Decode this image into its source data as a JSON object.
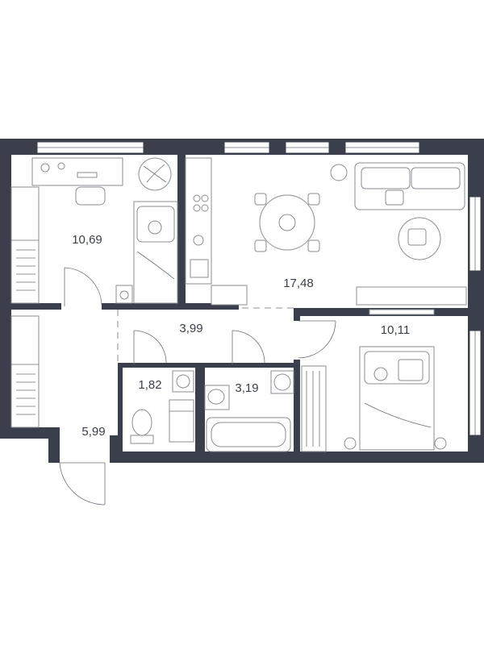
{
  "rooms": [
    {
      "id": "bedroom-1",
      "area": "10,69"
    },
    {
      "id": "living-kitchen",
      "area": "17,48"
    },
    {
      "id": "hallway",
      "area": "3,99"
    },
    {
      "id": "bedroom-2",
      "area": "10,11"
    },
    {
      "id": "toilet",
      "area": "1,82"
    },
    {
      "id": "bathroom",
      "area": "3,19"
    },
    {
      "id": "entrance-hall",
      "area": "5,99"
    }
  ],
  "colors": {
    "wall": "#3b3f4c",
    "furniture": "#8a8d96",
    "background": "#ffffff"
  }
}
